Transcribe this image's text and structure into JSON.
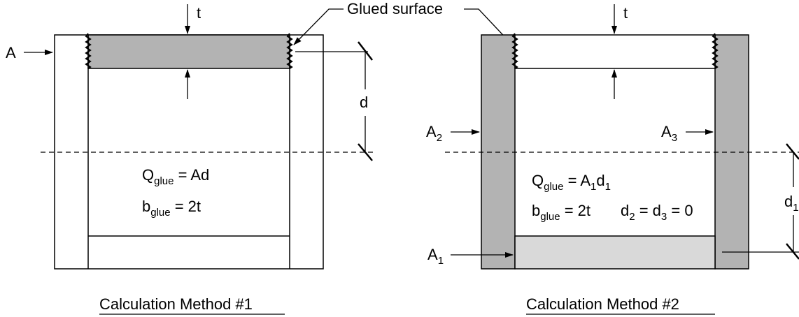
{
  "callouts": {
    "glued_surface": "Glued surface",
    "t": "t",
    "d": "d"
  },
  "method1": {
    "caption": "Calculation Method #1",
    "area_label": "A",
    "eq1": {
      "lhs": "Q",
      "sub": "glue",
      "rhs": " = Ad"
    },
    "eq2": {
      "lhs": "b",
      "sub": "glue",
      "rhs": " = 2t"
    }
  },
  "method2": {
    "caption": "Calculation Method #2",
    "a1": {
      "base": "A",
      "sub": "1"
    },
    "a2": {
      "base": "A",
      "sub": "2"
    },
    "a3": {
      "base": "A",
      "sub": "3"
    },
    "d1": {
      "base": "d",
      "sub": "1"
    },
    "eq1": {
      "lhs": "Q",
      "sub": "glue",
      "mid": " = A",
      "sub2": "1",
      "rhs": "d",
      "sub3": "1"
    },
    "eq2": {
      "lhs": "b",
      "sub": "glue",
      "rhs": " = 2t"
    },
    "eq3": {
      "d2": "d",
      "sub_a": "2",
      "eqa": " = d",
      "sub_b": "3",
      "rhs": " = 0"
    }
  },
  "colors": {
    "shaded": "#b3b3b3",
    "light_shaded": "#d9d9d9",
    "line": "#000000"
  }
}
